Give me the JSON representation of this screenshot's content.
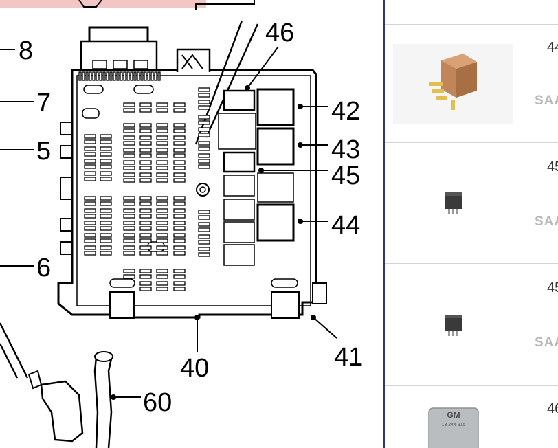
{
  "diagram": {
    "callouts": [
      "8",
      "7",
      "5",
      "6",
      "46",
      "42",
      "43",
      "45",
      "44",
      "40",
      "41",
      "60"
    ]
  },
  "parts_list": {
    "items": [
      {
        "part_number": "44",
        "brand": "SAAB",
        "thumb": "relay-brown-icon"
      },
      {
        "part_number": "45",
        "brand": "SAAB",
        "thumb": "relay-black-icon"
      },
      {
        "part_number": "45",
        "brand": "SAAB",
        "thumb": "relay-black-icon"
      },
      {
        "part_number": "46",
        "brand": "",
        "thumb": "relay-gray-gm-icon",
        "label_brand": "GM",
        "label_code": "13 244 315"
      }
    ]
  },
  "colors": {
    "accent_border": "#2a3a6e",
    "relay_brown": "#c08558",
    "relay_black": "#3a3a3a",
    "brand_text": "#b8b8b8"
  }
}
